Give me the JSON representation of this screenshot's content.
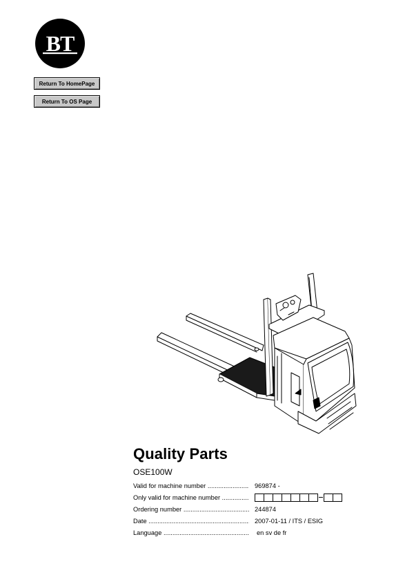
{
  "brand": {
    "logo_icon": "bt-logo-icon",
    "logo_text": "BT"
  },
  "nav": {
    "home_label": "Return To HomePage",
    "os_label": "Return To OS Page"
  },
  "illustration": {
    "icon": "pallet-truck-illustration"
  },
  "document": {
    "title": "Quality Parts",
    "model": "OSE100W",
    "fields": [
      {
        "label": "Valid for machine number",
        "value": "969874 -"
      },
      {
        "label": "Only valid for machine number",
        "value": ""
      },
      {
        "label": "Ordering number",
        "value": "244874"
      },
      {
        "label": "Date",
        "value": "2007-01-11 / ITS / ESIG"
      },
      {
        "label": "Language",
        "value": "en sv de fr"
      }
    ]
  },
  "colors": {
    "button_bg": "#c8c8c8",
    "text": "#000000",
    "background": "#ffffff"
  }
}
